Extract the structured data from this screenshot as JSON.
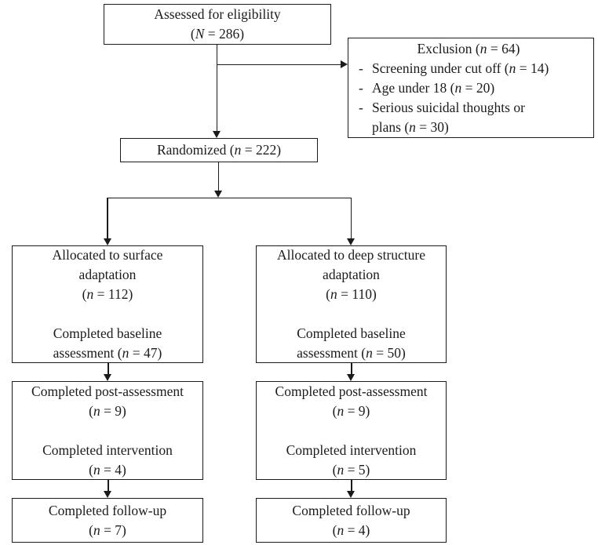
{
  "colors": {
    "ink": "#1b1b1b",
    "background": "#ffffff"
  },
  "nodes": {
    "eligibility": {
      "lines": [
        "Assessed for eligibility",
        "(*N* = 286)"
      ]
    },
    "exclusion": {
      "title": "Exclusion (*n* = 64)",
      "bullet": "-",
      "items": [
        "Screening under cut off (*n* = 14)",
        "Age under 18 (*n* = 20)",
        "Serious suicidal thoughts or\nplans (*n* = 30)"
      ]
    },
    "randomized": {
      "lines": [
        "Randomized (*n* = 222)"
      ]
    },
    "alloc_surface": {
      "lines": [
        "Allocated to surface",
        "adaptation",
        "(*n* = 112)",
        "",
        "Completed baseline",
        "assessment (*n* = 47)"
      ]
    },
    "alloc_deep": {
      "lines": [
        "Allocated to deep structure",
        "adaptation",
        "(*n* = 110)",
        "",
        "Completed baseline",
        "assessment (*n* = 50)"
      ]
    },
    "post_surface": {
      "lines": [
        "Completed post-assessment",
        "(*n* = 9)",
        "",
        "Completed intervention",
        "(*n* = 4)"
      ]
    },
    "post_deep": {
      "lines": [
        "Completed post-assessment",
        "(*n* = 9)",
        "",
        "Completed intervention",
        "(*n* = 5)"
      ]
    },
    "followup_surface": {
      "lines": [
        "Completed follow-up",
        "(*n* = 7)"
      ]
    },
    "followup_deep": {
      "lines": [
        "Completed follow-up",
        "(*n* = 4)"
      ]
    }
  }
}
